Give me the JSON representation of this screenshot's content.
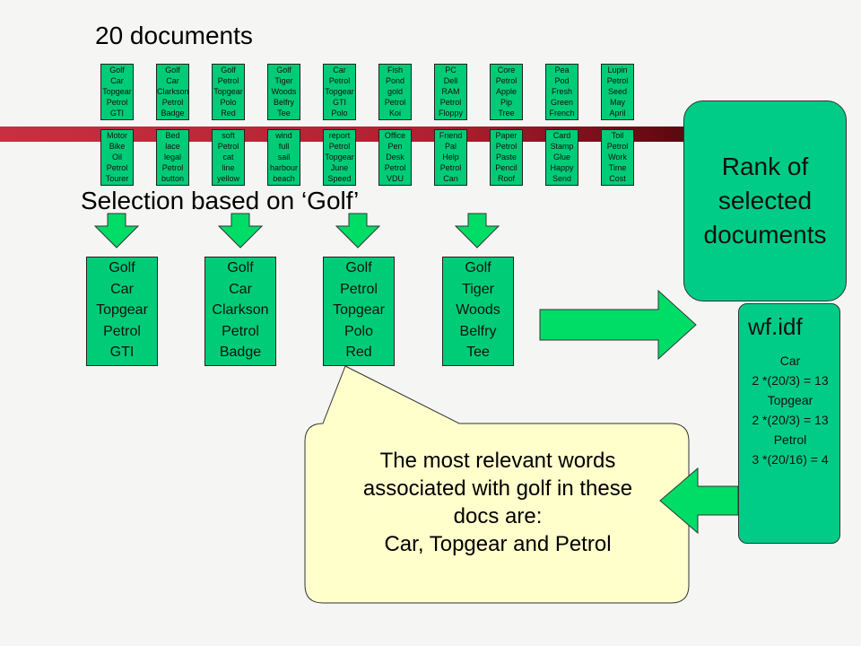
{
  "title": "20 documents",
  "top_documents": [
    [
      "Golf",
      "Car",
      "Topgear",
      "Petrol",
      "GTI"
    ],
    [
      "Golf",
      "Car",
      "Clarkson",
      "Petrol",
      "Badge"
    ],
    [
      "Golf",
      "Petrol",
      "Topgear",
      "Polo",
      "Red"
    ],
    [
      "Golf",
      "Tiger",
      "Woods",
      "Belfry",
      "Tee"
    ],
    [
      "Car",
      "Petrol",
      "Topgear",
      "GTI",
      "Polo"
    ],
    [
      "Fish",
      "Pond",
      "gold",
      "Petrol",
      "Koi"
    ],
    [
      "PC",
      "Dell",
      "RAM",
      "Petrol",
      "Floppy"
    ],
    [
      "Core",
      "Petrol",
      "Apple",
      "Pip",
      "Tree"
    ],
    [
      "Pea",
      "Pod",
      "Fresh",
      "Green",
      "French"
    ],
    [
      "Lupin",
      "Petrol",
      "Seed",
      "May",
      "April"
    ]
  ],
  "bottom_documents": [
    [
      "Motor",
      "Bike",
      "Oil",
      "Petrol",
      "Tourer"
    ],
    [
      "Bed",
      "lace",
      "legal",
      "Petrol",
      "button"
    ],
    [
      "soft",
      "Petrol",
      "cat",
      "line",
      "yellow"
    ],
    [
      "wind",
      "full",
      "sail",
      "harbour",
      "beach"
    ],
    [
      "report",
      "Petrol",
      "Topgear",
      "June",
      "Speed"
    ],
    [
      "Office",
      "Pen",
      "Desk",
      "Petrol",
      "VDU"
    ],
    [
      "Friend",
      "Pal",
      "Help",
      "Petrol",
      "Can"
    ],
    [
      "Paper",
      "Petrol",
      "Paste",
      "Pencil",
      "Roof"
    ],
    [
      "Card",
      "Stamp",
      "Glue",
      "Happy",
      "Send"
    ],
    [
      "Toil",
      "Petrol",
      "Work",
      "Time",
      "Cost"
    ]
  ],
  "selection_label": "Selection based on ‘Golf’",
  "selected_documents": [
    [
      "Golf",
      "Car",
      "Topgear",
      "Petrol",
      "GTI"
    ],
    [
      "Golf",
      "Car",
      "Clarkson",
      "Petrol",
      "Badge"
    ],
    [
      "Golf",
      "Petrol",
      "Topgear",
      "Polo",
      "Red"
    ],
    [
      "Golf",
      "Tiger",
      "Woods",
      "Belfry",
      "Tee"
    ]
  ],
  "rank_box": [
    "Rank of",
    "selected",
    "documents"
  ],
  "wfidf": {
    "title": "wf.idf",
    "lines": [
      "Car",
      "2 *(20/3) = 13",
      "Topgear",
      "2 *(20/3) = 13",
      "Petrol",
      "3 *(20/16) = 4"
    ]
  },
  "callout": [
    "The most relevant words",
    "associated with golf in these",
    "docs are:",
    "Car, Topgear and Petrol"
  ],
  "colors": {
    "doc_green": "#00cc77",
    "box_green": "#00cc88",
    "arrow_green": "#00dd66",
    "callout_fill": "#ffffcc",
    "stripe_red": "#b02030"
  }
}
